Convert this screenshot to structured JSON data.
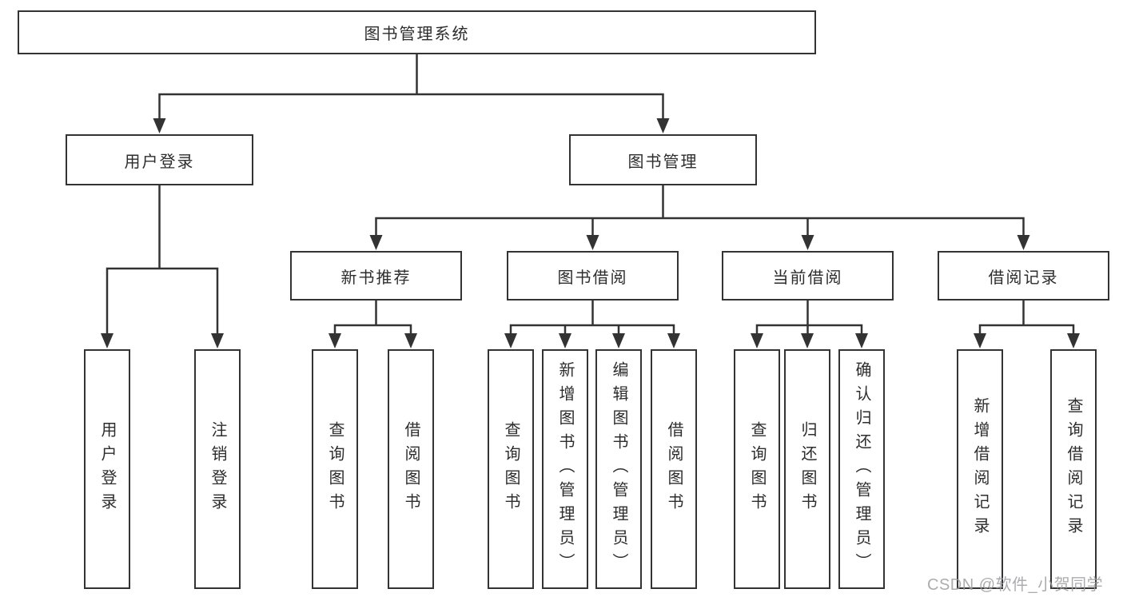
{
  "colors": {
    "background": "#ffffff",
    "line": "#333333",
    "node_border": "#333333",
    "node_text": "#2d2d2d",
    "watermark_text": "#9e9ea0"
  },
  "diagram": {
    "root": {
      "label": "图书管理系统"
    },
    "user_login": {
      "label": "用户登录",
      "children": [
        {
          "label": "用户登录"
        },
        {
          "label": "注销登录"
        }
      ]
    },
    "book_management": {
      "label": "图书管理",
      "groups": [
        {
          "label": "新书推荐",
          "children": [
            {
              "label": "查询图书"
            },
            {
              "label": "借阅图书"
            }
          ]
        },
        {
          "label": "图书借阅",
          "children": [
            {
              "label": "查询图书"
            },
            {
              "label": "新增图书（管理员）"
            },
            {
              "label": "编辑图书（管理员）"
            },
            {
              "label": "借阅图书"
            }
          ]
        },
        {
          "label": "当前借阅",
          "children": [
            {
              "label": "查询图书"
            },
            {
              "label": "归还图书"
            },
            {
              "label": "确认归还（管理员）"
            }
          ]
        },
        {
          "label": "借阅记录",
          "children": [
            {
              "label": "新增借阅记录"
            },
            {
              "label": "查询借阅记录"
            }
          ]
        }
      ]
    }
  },
  "watermark": {
    "text": "CSDN @软件_小贺同学"
  }
}
